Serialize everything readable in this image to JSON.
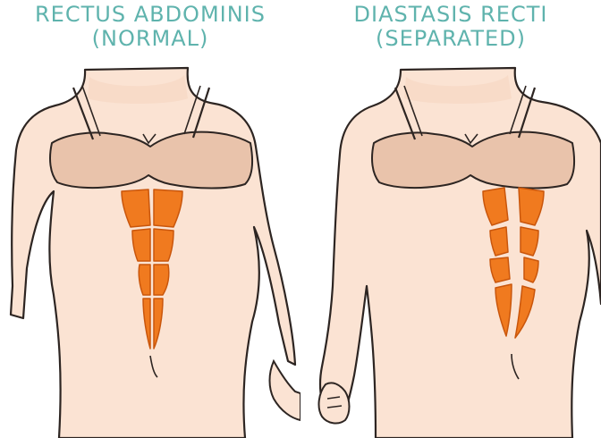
{
  "colors": {
    "title": "#5fb3ad",
    "skin": "#fbe3d3",
    "skin_shadow": "#f3d0bb",
    "bra": "#e9c3ab",
    "outline": "#2d2522",
    "muscle_fill": "#f07a1f",
    "muscle_stroke": "#c9560c",
    "background": "#ffffff"
  },
  "panels": [
    {
      "title_line_1": "RECTUS ABDOMINIS",
      "title_line_2": "(NORMAL)"
    },
    {
      "title_line_1": "DIASTASIS RECTI",
      "title_line_2": "(SEPARATED)"
    }
  ]
}
